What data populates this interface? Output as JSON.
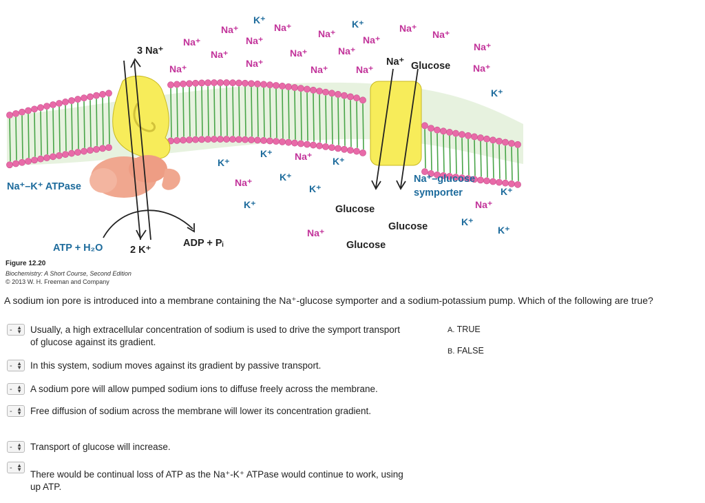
{
  "figure": {
    "na_label": "Na⁺",
    "k_label": "K⁺",
    "three_na": "3 Na⁺",
    "pump_name": "Na⁺–K⁺ ATPase",
    "symporter_line1": "Na⁺–glucose",
    "symporter_line2": "symporter",
    "glucose": "Glucose",
    "atp": "ATP + H₂O",
    "two_k": "2 K⁺",
    "adp": "ADP + Pᵢ",
    "colors": {
      "na": "#c2339a",
      "k": "#1d6b9c",
      "headgroup": "#e86aa8",
      "tail": "#47a447",
      "protein_yellow": "#f7ec5a",
      "protein_salmon": "#f0a78f"
    }
  },
  "caption": {
    "title": "Figure 12.20",
    "book": "Biochemistry: A Short Course, Second Edition",
    "copyright": "© 2013 W. H. Freeman and Company"
  },
  "question": "A sodium ion pore is introduced into a membrane containing the Na⁺-glucose symporter and a sodium-potassium pump. Which of the following are true?",
  "select_default": "-",
  "statements": [
    {
      "line1": "Usually, a high extracellular concentration of sodium is used to drive the symport transport",
      "line2": "of glucose against its gradient."
    },
    {
      "line1": "In this system, sodium moves against its gradient by passive transport."
    },
    {
      "line1": "A sodium pore will allow pumped sodium ions to diffuse freely across the membrane."
    },
    {
      "line1": "Free diffusion of sodium across the membrane will lower its concentration gradient."
    },
    {
      "line1": "Transport of glucose will increase."
    },
    {
      "line1": "There would be continual loss of ATP as the Na⁺-K⁺ ATPase would continue to work, using",
      "line2": "up ATP."
    }
  ],
  "options": [
    {
      "letter": "A.",
      "text": "TRUE"
    },
    {
      "letter": "B.",
      "text": "FALSE"
    }
  ]
}
